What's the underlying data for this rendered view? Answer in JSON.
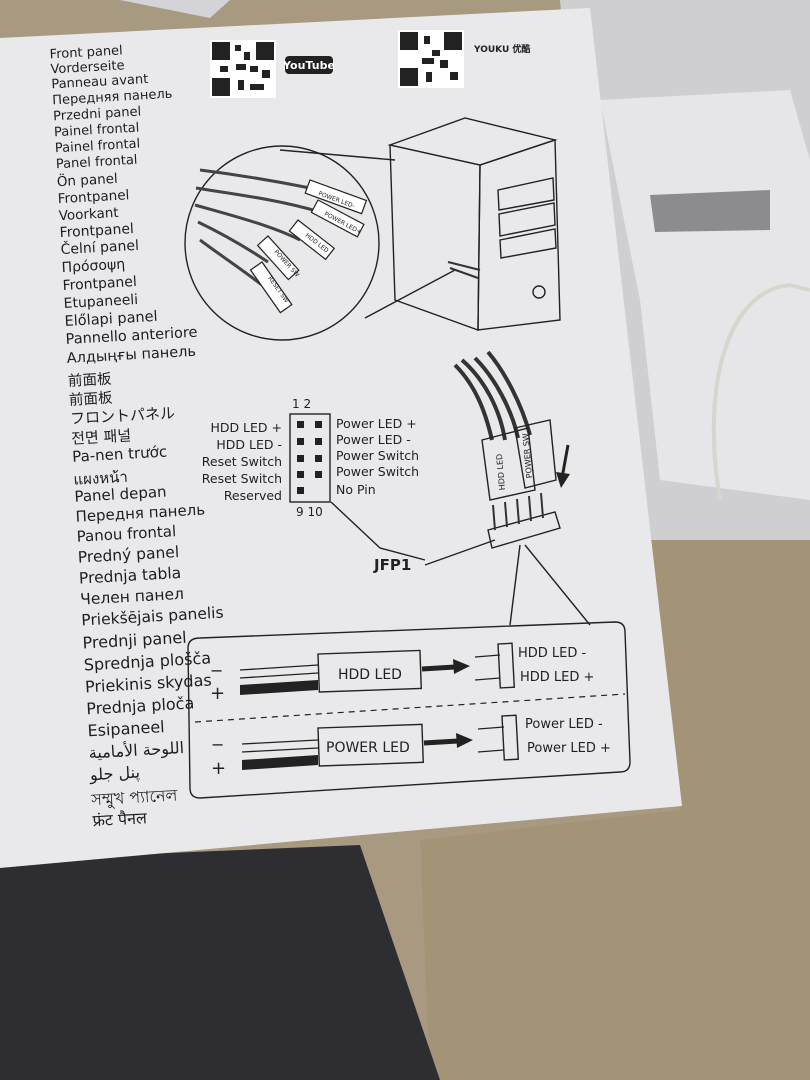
{
  "languages": [
    "Front panel",
    "Vorderseite",
    "Panneau avant",
    "Передняя панель",
    "Przedni panel",
    "Painel frontal",
    "Painel frontal",
    "Panel frontal",
    "Ön panel",
    "Frontpanel",
    "Voorkant",
    "Frontpanel",
    "Čelní panel",
    "Πρόσοψη",
    "Frontpanel",
    "Etupaneeli",
    "Előlapi panel",
    "Pannello anteriore",
    "Алдыңғы панель",
    "前面板",
    "前面板",
    "フロントパネル",
    "전면 패널",
    "Pa-nen trước",
    "แผงหน้า",
    "Panel depan",
    "Передня панель",
    "Panou frontal",
    "Predný panel",
    "Prednja tabla",
    "Челен панел",
    "Priekšējais panelis",
    "Prednji panel",
    "Sprednja plošča",
    "Priekinis skydas",
    "Prednja ploča",
    "Esipaneel",
    "اللوحة الأمامية",
    "پنل جلو",
    "সম্মুখ প্যানেল",
    "फ्रंट पैनल"
  ],
  "brands": {
    "youtube": "YouTube",
    "youku": "YOUKU 优酷"
  },
  "cable_labels": [
    "POWER LED-",
    "POWER LED+",
    "HDD LED",
    "POWER SW",
    "RESET SW"
  ],
  "connector_labels": [
    "HDD LED",
    "POWER SW"
  ],
  "header": {
    "pin_top": "1  2",
    "pin_bottom": "9  10",
    "left": [
      "HDD LED +",
      "HDD LED -",
      "Reset Switch",
      "Reset Switch",
      "Reserved"
    ],
    "right": [
      "Power LED +",
      "Power LED -",
      "Power Switch",
      "Power Switch",
      "No Pin"
    ],
    "name": "JFP1"
  },
  "wiring": [
    {
      "box": "HDD LED",
      "pins": [
        "HDD LED -",
        "HDD LED +"
      ]
    },
    {
      "box": "POWER LED",
      "pins": [
        "Power LED -",
        "Power LED +"
      ]
    }
  ],
  "signs": {
    "minus": "−",
    "plus": "+"
  },
  "colors": {
    "paper": "#e9e9ec",
    "ink": "#222222",
    "fabric": "#9b8b70",
    "denim": "#2c2c2f"
  }
}
